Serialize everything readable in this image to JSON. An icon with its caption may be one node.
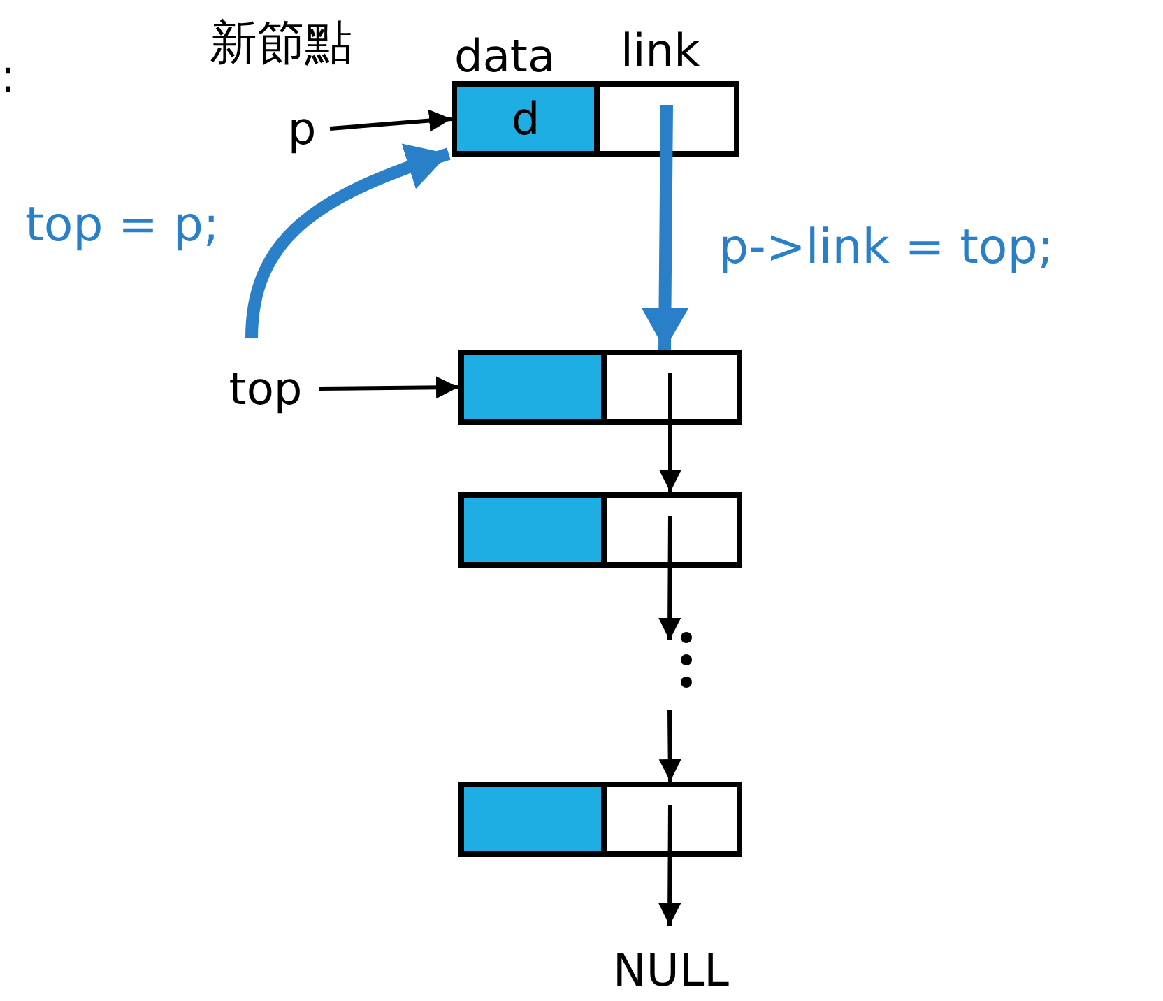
{
  "diagram": {
    "nodes": [
      {
        "text": [
          "d"
        ]
      },
      {
        "text": [],
        "shape": "box"
      },
      {
        "text": [
          "p"
        ]
      },
      {
        "text": [
          "top"
        ]
      },
      {
        "text": [],
        "shape": "box"
      },
      {
        "text": [],
        "shape": "box"
      },
      {
        "text": [],
        "shape": "box"
      },
      {
        "text": [],
        "shape": "box"
      },
      {
        "text": [],
        "shape": "box"
      },
      {
        "text": [],
        "shape": "box"
      },
      {
        "text": [
          "NULL"
        ]
      }
    ],
    "edges": [
      {
        "from": 2,
        "to": 0,
        "arrow": "to"
      },
      {
        "from": 3,
        "to": 0,
        "arrow": "to",
        "label": "top = p;",
        "style": "thick",
        "color": "#2a80c8"
      },
      {
        "from": 1,
        "to": 5,
        "arrow": "to",
        "label": "p->link = top;",
        "style": "thick",
        "color": "#2a80c8"
      },
      {
        "from": 3,
        "to": 4,
        "arrow": "to"
      },
      {
        "from": 5,
        "to": 7,
        "arrow": "to"
      },
      {
        "from": 7,
        "to": null,
        "arrow": "to"
      },
      {
        "from": null,
        "to": 9,
        "arrow": "to"
      },
      {
        "from": 9,
        "to": 10,
        "arrow": "to"
      }
    ],
    "labels": [
      ":",
      "新節點",
      "data",
      "link"
    ]
  }
}
